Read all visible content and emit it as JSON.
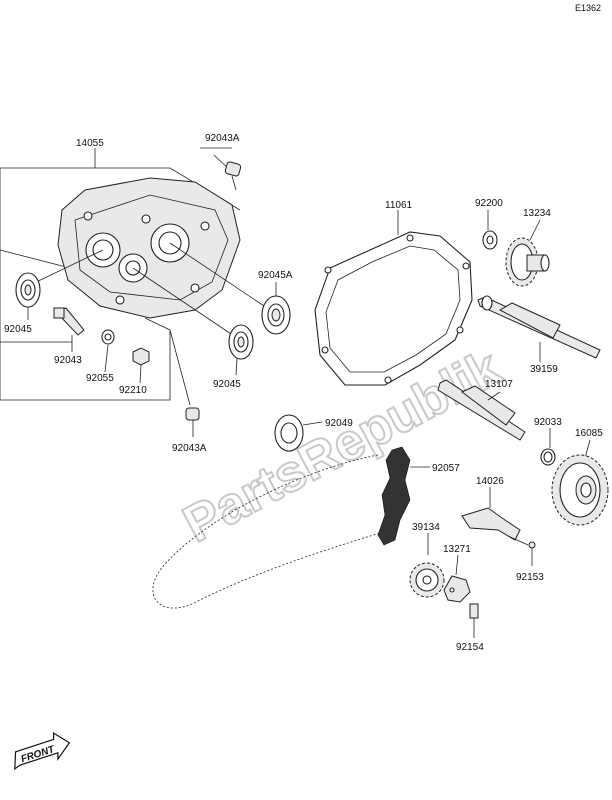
{
  "diagram_code": "E1362",
  "watermark": "PartsRepublik",
  "front_label": "FRONT",
  "parts": {
    "p14055": "14055",
    "p92043A_top": "92043A",
    "p92043A_bottom": "92043A",
    "p92045_left": "92045",
    "p92045_mid": "92045",
    "p92045A": "92045A",
    "p92043": "92043",
    "p92055": "92055",
    "p92210": "92210",
    "p92049": "92049",
    "p11061": "11061",
    "p92200": "92200",
    "p13234": "13234",
    "p39159": "39159",
    "p13107": "13107",
    "p92033": "92033",
    "p16085": "16085",
    "p92057": "92057",
    "p14026": "14026",
    "p39134": "39134",
    "p13271": "13271",
    "p92153": "92153",
    "p92154": "92154"
  }
}
